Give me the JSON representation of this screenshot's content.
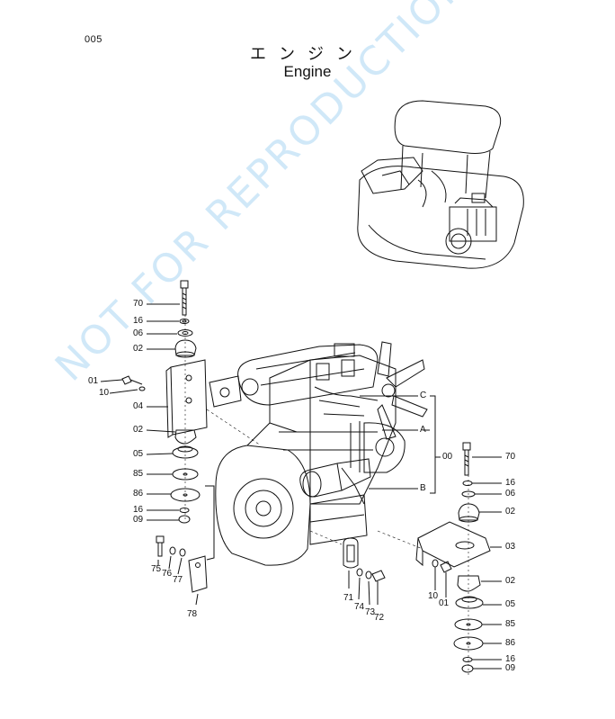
{
  "page_number": "005",
  "title_jp": "エンジン",
  "title_en": "Engine",
  "watermark": "NOT FOR REPRODUCTION",
  "callouts": {
    "c70a": "70",
    "c16a": "16",
    "c06a": "06",
    "c02a": "02",
    "c01a": "01",
    "c10a": "10",
    "c04": "04",
    "c02b": "02",
    "c05a": "05",
    "c85a": "85",
    "c86a": "86",
    "c16b": "16",
    "c09a": "09",
    "c75": "75",
    "c76": "76",
    "c77": "77",
    "c78": "78",
    "c71": "71",
    "c74": "74",
    "c73": "73",
    "c72": "72",
    "cC": "C",
    "cA": "A",
    "c00": "00",
    "cB": "B",
    "c70b": "70",
    "c16c": "16",
    "c06b": "06",
    "c02c": "02",
    "c03": "03",
    "c02d": "02",
    "c10b": "10",
    "c01b": "01",
    "c05b": "05",
    "c85b": "85",
    "c86b": "86",
    "c16d": "16",
    "c09b": "09"
  }
}
